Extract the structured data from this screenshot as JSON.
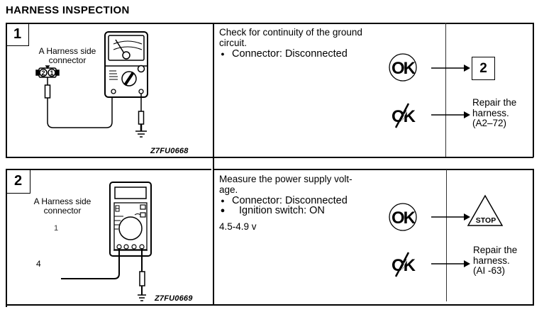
{
  "page": {
    "title": "HARNESS INSPECTION"
  },
  "steps": [
    {
      "number": "1",
      "connector_label_line1": "A Harness side",
      "connector_label_line2": "connector",
      "connector_pins": [
        "2",
        "1"
      ],
      "figure_code": "Z7FU0668",
      "meter_type": "analog-multimeter-icon",
      "description": "Check for continuity of the ground circuit.",
      "conditions": [
        {
          "bullet": "●",
          "text": "Connector: Disconnected"
        }
      ],
      "spec": "",
      "ok_label": "OK",
      "ok_result": {
        "type": "goto-step",
        "value": "2"
      },
      "ng_label": "OK",
      "ng_result": {
        "line1": "Repair the",
        "line2": "harness.",
        "ref": "(A2–72)"
      }
    },
    {
      "number": "2",
      "connector_label_line1": "A Harness side",
      "connector_label_line2": "connector",
      "pin_labels": [
        "1",
        "4"
      ],
      "figure_code": "Z7FU0669",
      "meter_type": "digital-multimeter-icon",
      "description": "Measure the power supply volt-age.",
      "description_line1": "Measure the power supply volt-",
      "description_line2": "age.",
      "conditions": [
        {
          "bullet": "●",
          "text": "Connector: Disconnected"
        },
        {
          "bullet": "●",
          "text": "Ignition switch: ON"
        }
      ],
      "spec": "4.5-4.9  v",
      "ok_label": "OK",
      "ok_result": {
        "type": "stop",
        "value": "STOP"
      },
      "ng_label": "OK",
      "ng_result": {
        "line1": "Repair the",
        "line2": "harness.",
        "ref": "(AI -63)"
      }
    }
  ],
  "step1_desc_line1": "Check for continuity of the ground",
  "step1_desc_line2": "circuit."
}
